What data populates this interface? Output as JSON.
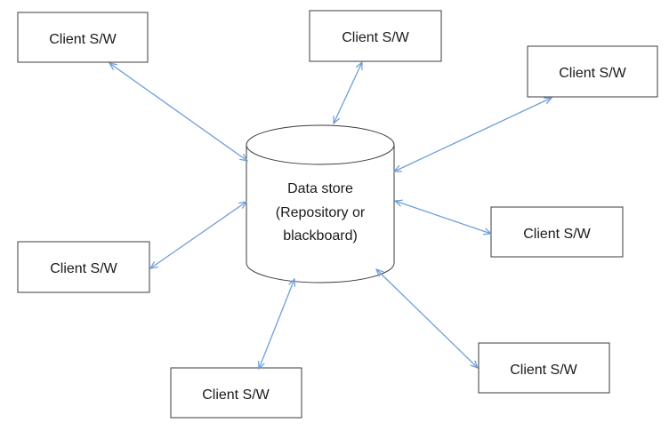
{
  "store": {
    "lines": [
      "Data store",
      "(Repository or",
      "blackboard)"
    ]
  },
  "clients": [
    {
      "id": "c1",
      "label": "Client S/W"
    },
    {
      "id": "c2",
      "label": "Client S/W"
    },
    {
      "id": "c3",
      "label": "Client S/W"
    },
    {
      "id": "c4",
      "label": "Client S/W"
    },
    {
      "id": "c5",
      "label": "Client S/W"
    },
    {
      "id": "c6",
      "label": "Client S/W"
    },
    {
      "id": "c7",
      "label": "Client S/W"
    }
  ],
  "colors": {
    "arrow": "#6f9fd8",
    "border": "#3b3b3b"
  }
}
